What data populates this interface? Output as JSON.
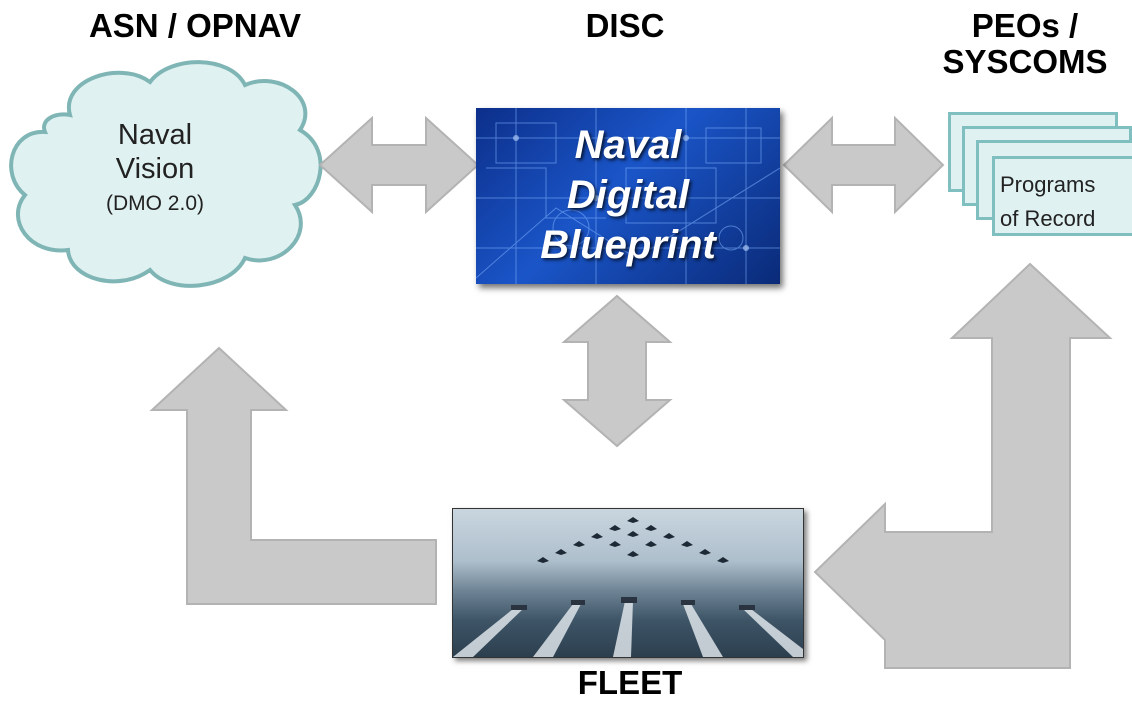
{
  "headings": {
    "asn": "ASN / OPNAV",
    "disc": "DISC",
    "peo_line1": "PEOs /",
    "peo_line2": "SYSCOMS",
    "fleet": "FLEET"
  },
  "cloud": {
    "line1": "Naval",
    "line2": "Vision",
    "line3": "(DMO 2.0)"
  },
  "blueprint": {
    "line1": "Naval",
    "line2": "Digital",
    "line3": "Blueprint"
  },
  "programs": {
    "line1": "Programs",
    "line2": "of Record"
  },
  "colors": {
    "arrow": "#c9c9c9",
    "arrow_stroke": "#b3b3b3",
    "cloud_fill": "#dff1f1",
    "cloud_stroke": "#7fb5b5",
    "blueprint": "#1a55c8"
  }
}
